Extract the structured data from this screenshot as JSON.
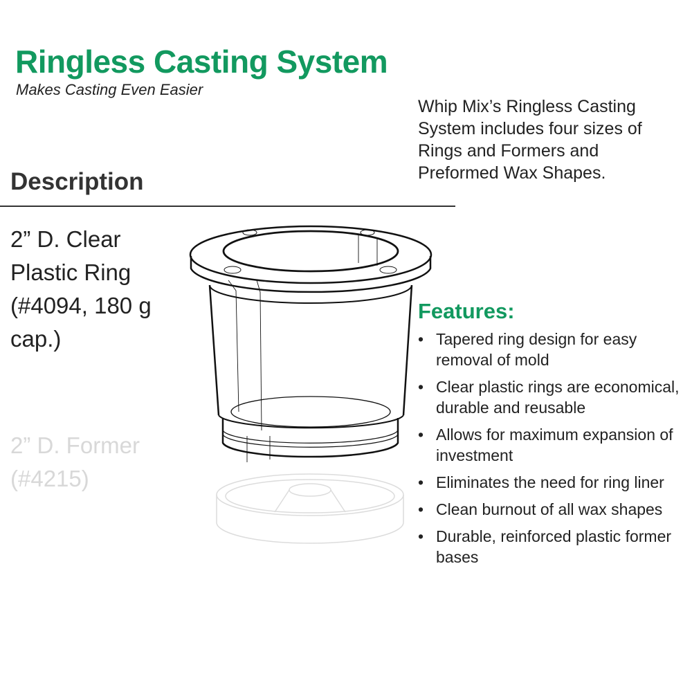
{
  "header": {
    "title": "Ringless Casting System",
    "subtitle": "Makes Casting Even Easier"
  },
  "intro": "Whip Mix’s Ringless Casting System includes four sizes of Rings and Formers and Preformed Wax Shapes.",
  "description": {
    "heading": "Description",
    "items": [
      {
        "label": "2” D. Clear Plastic Ring (#4094, 180 g cap.)"
      },
      {
        "label": "2” D. Former (#4215)"
      }
    ]
  },
  "features": {
    "heading": "Features:",
    "bullet": "•",
    "items": [
      "Tapered ring design for easy removal of mold",
      "Clear plastic rings are economical, durable and reusable",
      "Allows for maximum expansion of investment",
      "Eliminates the need for ring liner",
      "Clean burnout of all wax shapes",
      "Durable, reinforced plastic former bases"
    ]
  },
  "colors": {
    "accent": "#12995f",
    "faded": "#d8d8d8"
  }
}
